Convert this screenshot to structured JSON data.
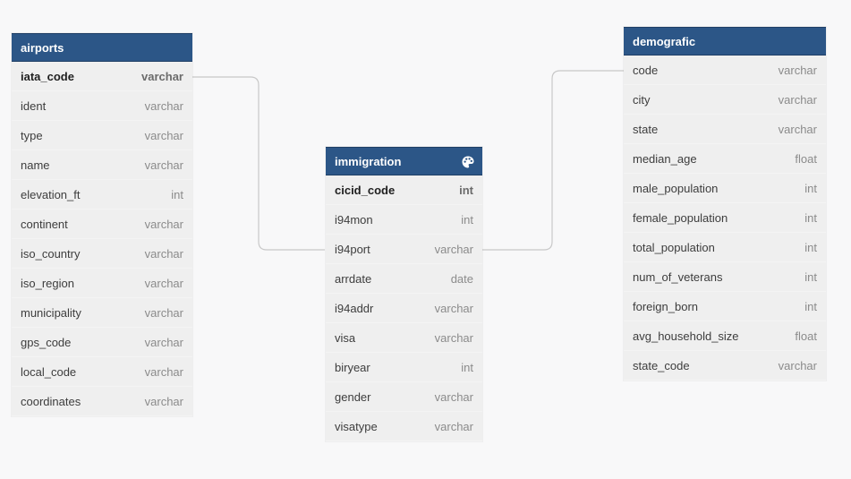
{
  "tables": {
    "airports": {
      "name": "airports",
      "columns": [
        {
          "name": "iata_code",
          "type": "varchar",
          "pk": true
        },
        {
          "name": "ident",
          "type": "varchar"
        },
        {
          "name": "type",
          "type": "varchar"
        },
        {
          "name": "name",
          "type": "varchar"
        },
        {
          "name": "elevation_ft",
          "type": "int"
        },
        {
          "name": "continent",
          "type": "varchar"
        },
        {
          "name": "iso_country",
          "type": "varchar"
        },
        {
          "name": "iso_region",
          "type": "varchar"
        },
        {
          "name": "municipality",
          "type": "varchar"
        },
        {
          "name": "gps_code",
          "type": "varchar"
        },
        {
          "name": "local_code",
          "type": "varchar"
        },
        {
          "name": "coordinates",
          "type": "varchar"
        }
      ]
    },
    "immigration": {
      "name": "immigration",
      "icon": "palette-icon",
      "columns": [
        {
          "name": "cicid_code",
          "type": "int",
          "pk": true
        },
        {
          "name": "i94mon",
          "type": "int"
        },
        {
          "name": "i94port",
          "type": "varchar"
        },
        {
          "name": "arrdate",
          "type": "date"
        },
        {
          "name": "i94addr",
          "type": "varchar"
        },
        {
          "name": "visa",
          "type": "varchar"
        },
        {
          "name": "biryear",
          "type": "int"
        },
        {
          "name": "gender",
          "type": "varchar"
        },
        {
          "name": "visatype",
          "type": "varchar"
        }
      ]
    },
    "demografic": {
      "name": "demografic",
      "columns": [
        {
          "name": "code",
          "type": "varchar"
        },
        {
          "name": "city",
          "type": "varchar"
        },
        {
          "name": "state",
          "type": "varchar"
        },
        {
          "name": "median_age",
          "type": "float"
        },
        {
          "name": "male_population",
          "type": "int"
        },
        {
          "name": "female_population",
          "type": "int"
        },
        {
          "name": "total_population",
          "type": "int"
        },
        {
          "name": "num_of_veterans",
          "type": "int"
        },
        {
          "name": "foreign_born",
          "type": "int"
        },
        {
          "name": "avg_household_size",
          "type": "float"
        },
        {
          "name": "state_code",
          "type": "varchar"
        }
      ]
    }
  },
  "relations": [
    {
      "from": "airports.iata_code",
      "to": "immigration.i94port"
    },
    {
      "from": "immigration.i94port",
      "to": "demografic.code"
    }
  ],
  "colors": {
    "header": "#2c5687",
    "body": "#efefef",
    "connector": "#c8c8c8",
    "background": "#f8f8f9"
  }
}
